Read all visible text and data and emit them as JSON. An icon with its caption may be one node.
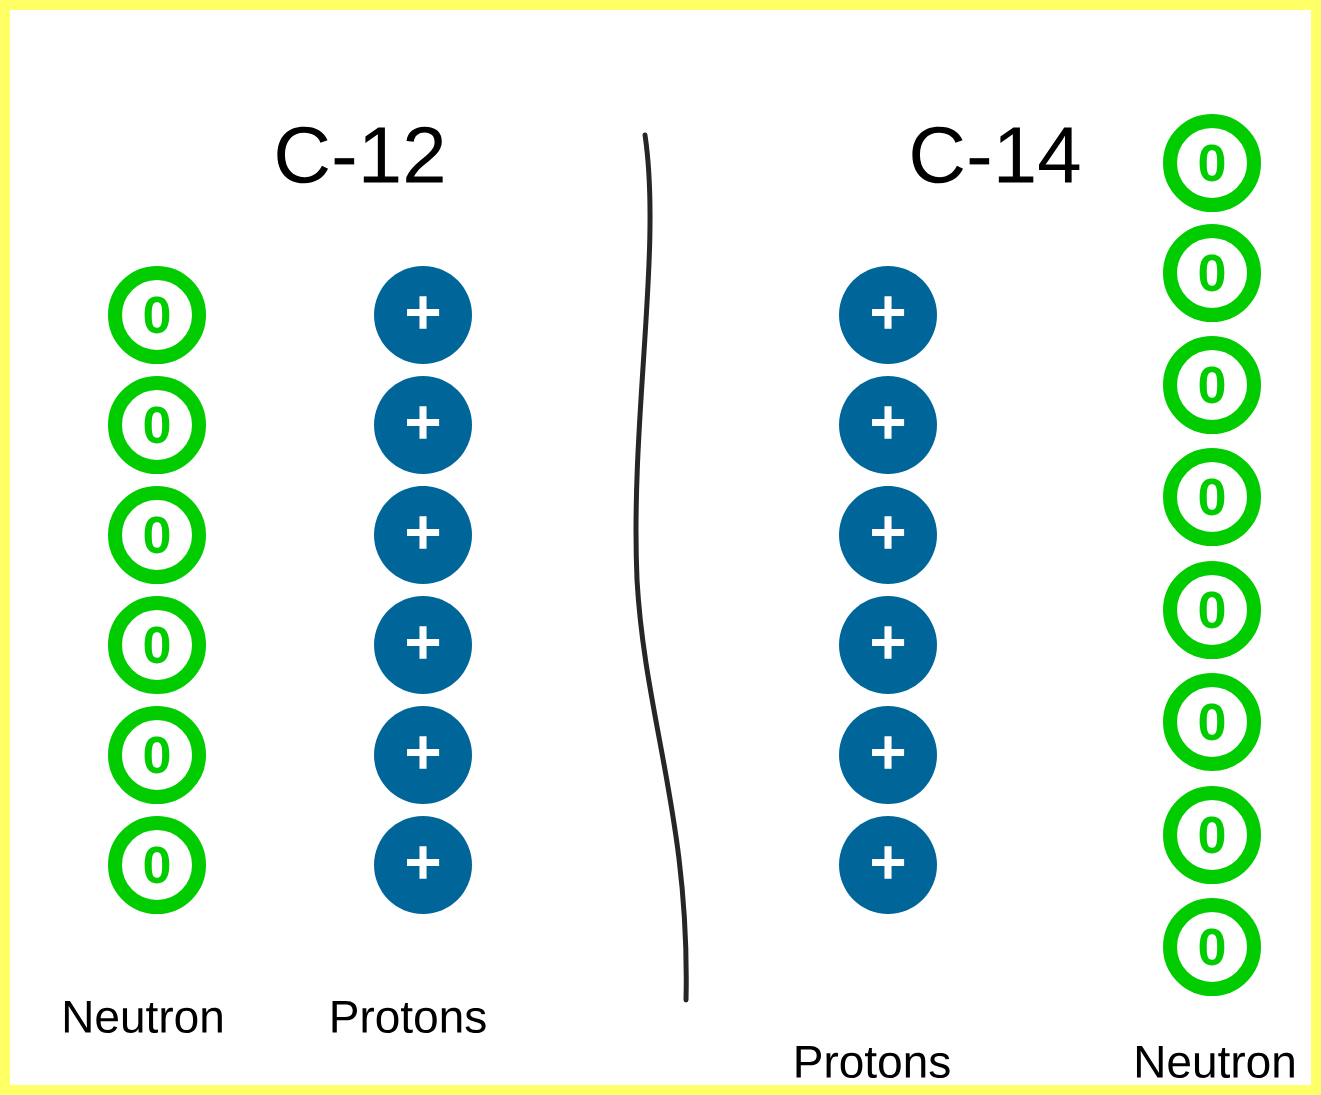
{
  "diagram": {
    "nodes": [
      {
        "text": [
          "0"
        ]
      },
      {
        "text": [
          "0"
        ]
      },
      {
        "text": [
          "0"
        ]
      },
      {
        "text": [
          "0"
        ]
      },
      {
        "text": [
          "0"
        ]
      },
      {
        "text": [
          "0"
        ]
      },
      {
        "text": [
          "+"
        ]
      },
      {
        "text": [
          "+"
        ]
      },
      {
        "text": [
          "+"
        ]
      },
      {
        "text": [
          "+"
        ]
      },
      {
        "text": [
          "+"
        ]
      },
      {
        "text": [
          "+"
        ]
      },
      {
        "text": [
          "+"
        ]
      },
      {
        "text": [
          "+"
        ]
      },
      {
        "text": [
          "+"
        ]
      },
      {
        "text": [
          "+"
        ]
      },
      {
        "text": [
          "+"
        ]
      },
      {
        "text": [
          "+"
        ]
      },
      {
        "text": [
          "0"
        ]
      },
      {
        "text": [
          "0"
        ]
      },
      {
        "text": [
          "0"
        ]
      },
      {
        "text": [
          "0"
        ]
      },
      {
        "text": [
          "0"
        ]
      },
      {
        "text": [
          "0"
        ]
      },
      {
        "text": [
          "0"
        ]
      },
      {
        "text": [
          "0"
        ]
      }
    ],
    "labels": [
      "C-12",
      "C-14",
      "Neutron",
      "Protons",
      "Protons",
      "Neutron"
    ]
  }
}
